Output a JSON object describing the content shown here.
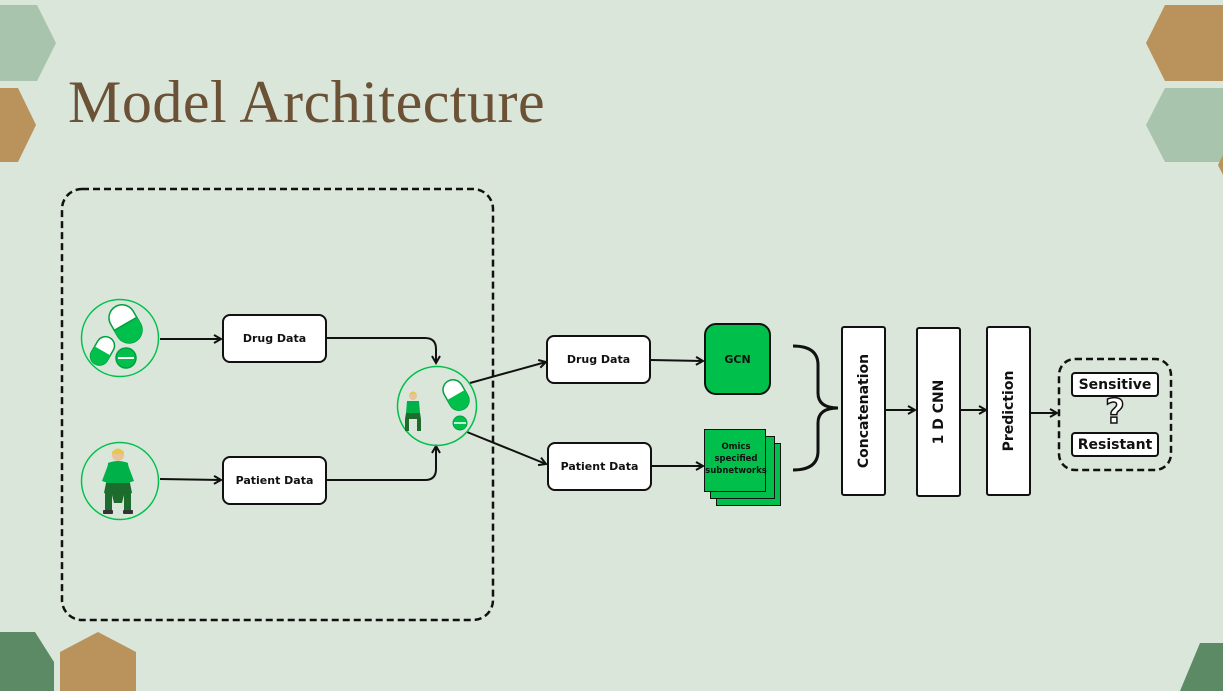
{
  "title": "Model Architecture",
  "input_stage": {
    "drug_label": "Drug Data",
    "patient_label": "Patient Data"
  },
  "pipeline": {
    "drug_label": "Drug Data",
    "patient_label": "Patient Data",
    "gcn_label": "GCN",
    "omics_label_lines": [
      "Omics",
      "specified",
      "subnetworks"
    ],
    "concatenation_label": "Concatenation",
    "cnn_label": "1 D CNN",
    "prediction_label": "Prediction"
  },
  "output": {
    "sensitive_label": "Sensitive",
    "resistant_label": "Resistant",
    "question_glyph": "?"
  },
  "colors": {
    "background": "#d9e6d9",
    "title": "#6b5136",
    "accent_green": "#00c04b",
    "hex_sage": "#a8c4ad",
    "hex_tan": "#b9925c",
    "hex_dark_green": "#5b8a64"
  },
  "icons": [
    "pill-capsules-icon",
    "patient-figure-icon",
    "drug-patient-combined-icon",
    "question-mark-icon"
  ]
}
